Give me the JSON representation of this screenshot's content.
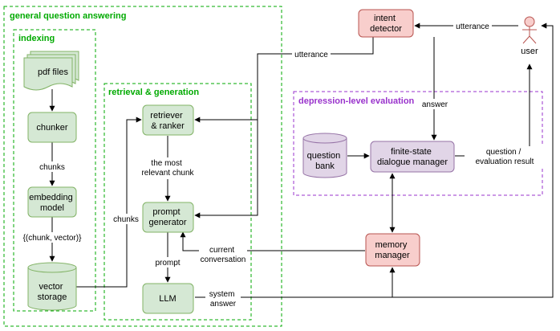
{
  "groups": {
    "general": "general question answering",
    "indexing": "indexing",
    "retrieval": "retrieval & generation",
    "depression": "depression-level evaluation"
  },
  "nodes": {
    "pdf_files": "pdf files",
    "chunker": "chunker",
    "embedding_model": [
      "embedding",
      "model"
    ],
    "vector_storage": [
      "vector",
      "storage"
    ],
    "retriever": [
      "retriever",
      "& ranker"
    ],
    "prompt_generator": [
      "prompt",
      "generator"
    ],
    "llm": "LLM",
    "intent_detector": [
      "intent",
      "detector"
    ],
    "question_bank": [
      "question",
      "bank"
    ],
    "dialogue_manager": [
      "finite-state",
      "dialogue manager"
    ],
    "memory_manager": [
      "memory",
      "manager"
    ],
    "user": "user"
  },
  "edge_labels": {
    "chunks_down": "chunks",
    "chunk_vector": "{(chunk, vector)}",
    "chunks_up": "chunks",
    "most_relevant": [
      "the most",
      "relevant chunk"
    ],
    "prompt": "prompt",
    "current_conversation": [
      "current",
      "conversation"
    ],
    "system_answer": [
      "system",
      "answer"
    ],
    "utterance_left": "utterance",
    "utterance_right": "utterance",
    "answer": "answer",
    "question_result": [
      "question /",
      "evaluation result"
    ]
  },
  "colors": {
    "green_fill": "#d5e8d4",
    "green_stroke": "#82b366",
    "group_green": "#00aa00",
    "purple_fill": "#e1d5e7",
    "purple_stroke": "#9673a6",
    "group_purple": "#9933cc",
    "red_fill": "#f8cecc",
    "red_stroke": "#b85450",
    "line": "#000000"
  }
}
